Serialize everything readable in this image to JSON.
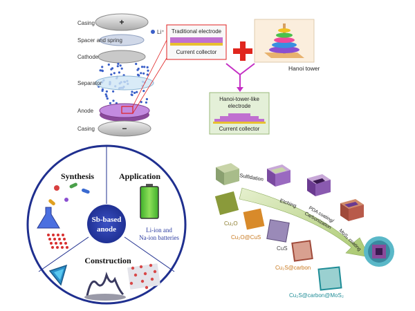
{
  "battery": {
    "casing_top": "Casing",
    "ion": "Li⁺",
    "spacer": "Spacer and spring",
    "cathode": "Cathode",
    "separator": "Separator",
    "anode": "Anode",
    "casing_bottom": "Casing",
    "plus": "+",
    "minus": "−"
  },
  "electrodes": {
    "traditional": "Traditional electrode",
    "collector": "Current collector",
    "hanoi_tower": "Hanoi tower",
    "hanoi_like_1": "Hanoi-tower-like",
    "hanoi_like_2": "electrode",
    "collector2": "Current collector"
  },
  "wheel": {
    "synthesis": "Synthesis",
    "application": "Application",
    "construction": "Construction",
    "center_1": "Sb-based",
    "center_2": "anode",
    "app_1": "Li-ion and",
    "app_2": "Na-ion batteries"
  },
  "process": {
    "sulfidation": "Sulfidation",
    "etching": "Etching",
    "pda_1": "PDA coating/",
    "pda_2": "Carbonization",
    "mos2": "MoS₂ coating",
    "cu2o": "Cu₂O",
    "cu2o_cus": "Cu₂O@CuS",
    "cus": "CuS",
    "cu2s_c": "Cu₂S@carbon",
    "cu2s_c_mos2": "Cu₂S@carbon@MoS₂"
  },
  "colors": {
    "navy": "#1f2f8f",
    "arrow_green": "#b9d48a",
    "label_orange": "#c8781e",
    "label_teal": "#1e8c96",
    "label_purple": "#6a4c93",
    "red_plus": "#e0261e",
    "magenta": "#c42fc4"
  }
}
